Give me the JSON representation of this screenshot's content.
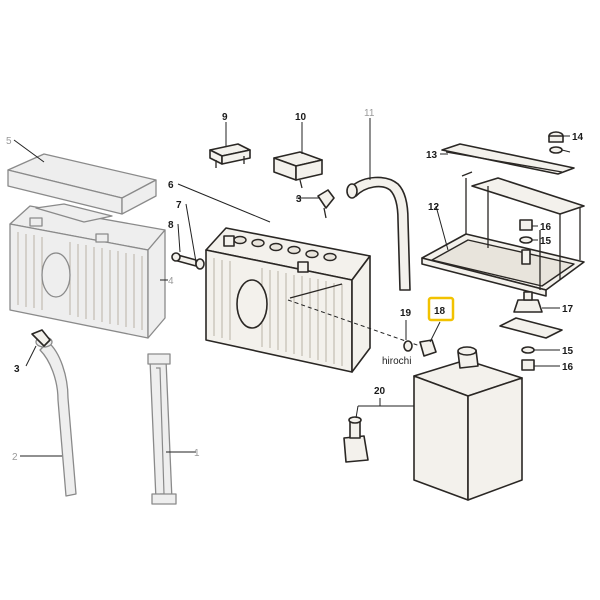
{
  "callouts": {
    "c1": "1",
    "c2": "2",
    "c3a": "3",
    "c3b": "3",
    "c4": "4",
    "c5": "5",
    "c6": "6",
    "c7": "7",
    "c8": "8",
    "c9": "9",
    "c10": "10",
    "c11": "11",
    "c12": "12",
    "c13": "13",
    "c14": "14",
    "c15a": "15",
    "c15b": "15",
    "c16a": "16",
    "c16b": "16",
    "c17": "17",
    "c18": "18",
    "c19": "19",
    "c20": "20"
  },
  "watermark": "hirochi",
  "highlight_color": "#f2c200"
}
